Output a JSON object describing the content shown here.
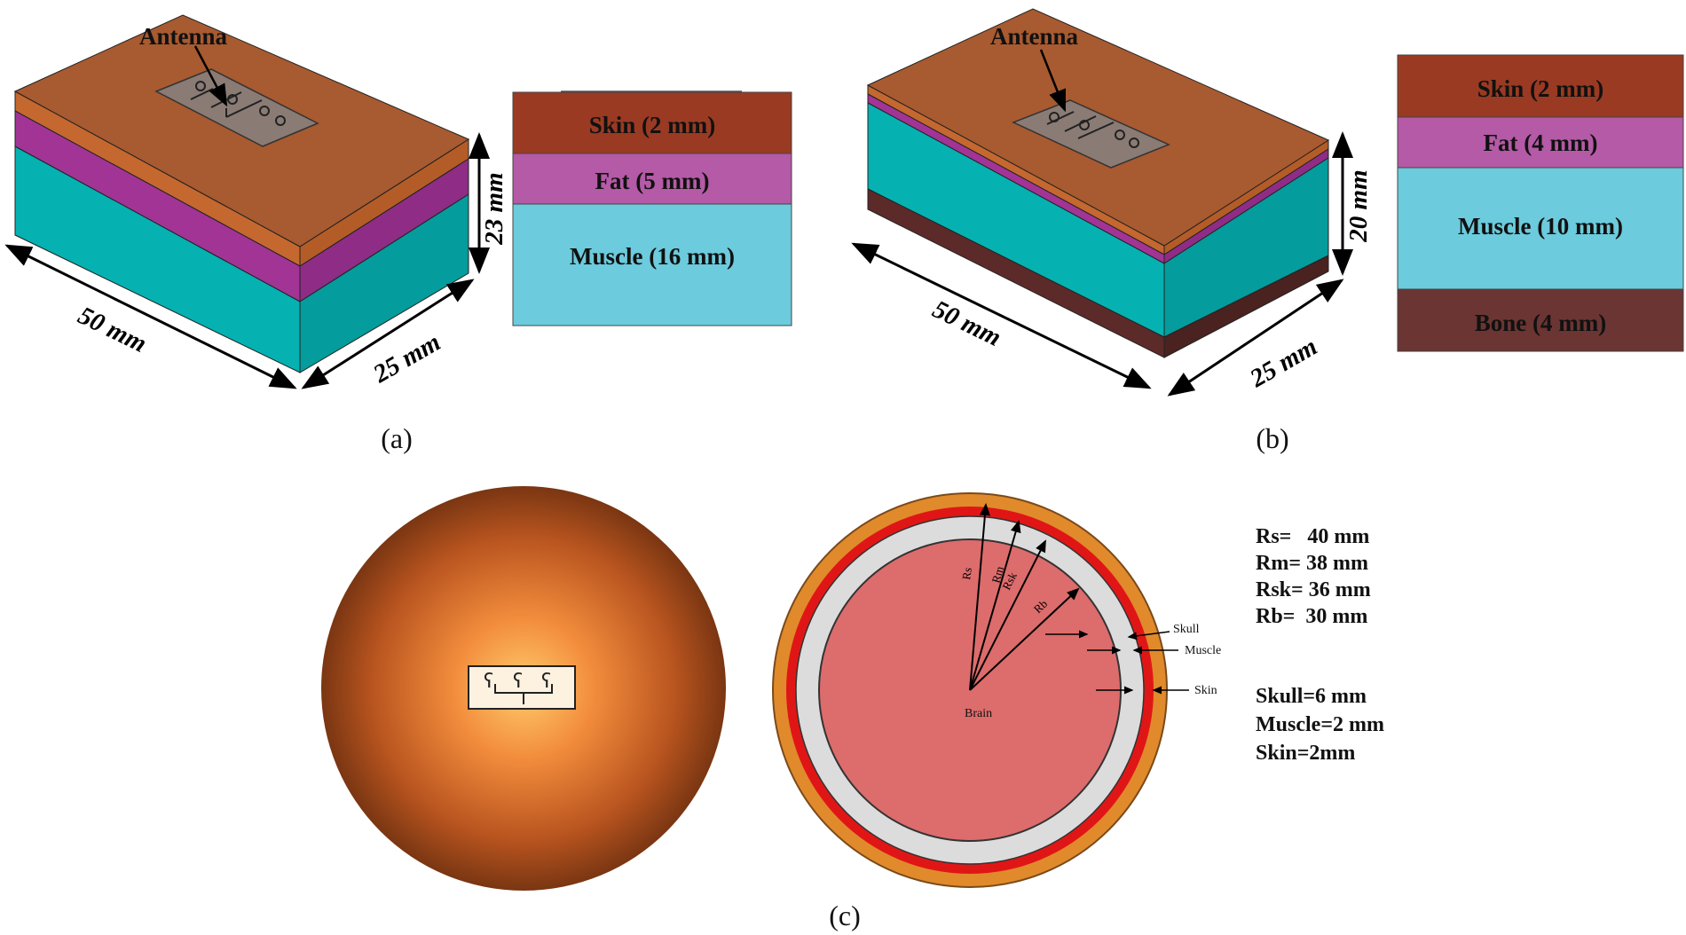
{
  "panel_a": {
    "antenna_label": "Antenna",
    "length_label": "50 mm",
    "width_label": "25 mm",
    "height_label": "23 mm",
    "layers": [
      {
        "label": "Skin (2 mm)",
        "color": "#9a3a22"
      },
      {
        "label": "Fat (5 mm)",
        "color": "#b45aa6"
      },
      {
        "label": "Muscle (16 mm)",
        "color": "#6ccbdc"
      }
    ],
    "caption": "(a)"
  },
  "panel_b": {
    "antenna_label": "Antenna",
    "length_label": "50 mm",
    "width_label": "25 mm",
    "height_label": "20 mm",
    "layers": [
      {
        "label": "Skin (2 mm)",
        "color": "#9a3a22"
      },
      {
        "label": "Fat (4 mm)",
        "color": "#b45aa6"
      },
      {
        "label": "Muscle (10 mm)",
        "color": "#6ccbdc"
      },
      {
        "label": "Bone (4 mm)",
        "color": "#6a3532"
      }
    ],
    "caption": "(b)"
  },
  "panel_c": {
    "cross_section": {
      "radius_labels": [
        "Rs",
        "Rm",
        "Rsk",
        "Rb"
      ],
      "brain_label": "Brain",
      "skull_label": "Skull",
      "muscle_label": "Muscle",
      "skin_label": "Skin"
    },
    "radii_text": [
      "Rs=   40 mm",
      "Rm= 38 mm",
      "Rsk= 36 mm",
      "Rb=  30 mm"
    ],
    "thickness_text": [
      "Skull=6 mm",
      "Muscle=2 mm",
      "Skin=2mm"
    ],
    "caption": "(c)"
  },
  "colors": {
    "skin": "#c4682f",
    "fat": "#a23496",
    "muscle": "#06b1b1",
    "bone": "#5c2a28",
    "antenna": "#8a7b74",
    "sphere_center": "#ffcb6a",
    "sphere_edge": "#7a3612",
    "head_skin": "#e08a2c",
    "head_muscle": "#e01616",
    "head_skull": "#dcdcdc",
    "head_brain": "#dd6c6c"
  }
}
